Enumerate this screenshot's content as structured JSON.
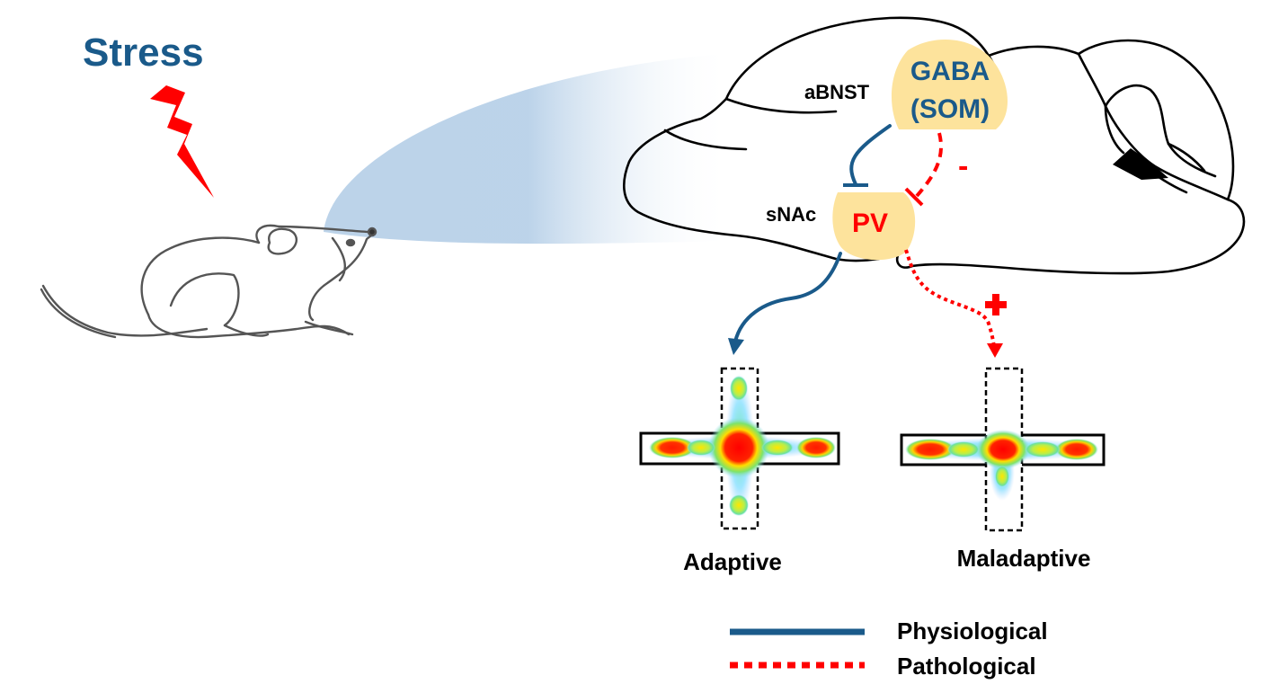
{
  "stress": {
    "label": "Stress",
    "color": "#1a5a8a",
    "bolt_color": "#ff0000"
  },
  "regions": {
    "abnst": "aBNST",
    "snac": "sNAc"
  },
  "nodes": {
    "gaba_line1": "GABA",
    "gaba_line2": "(SOM)",
    "pv": "PV",
    "node_fill": "#fde39c"
  },
  "signs": {
    "minus": "-",
    "plus": "+"
  },
  "outcomes": {
    "adaptive": "Adaptive",
    "maladaptive": "Maladaptive"
  },
  "legend": {
    "physiological": "Physiological",
    "pathological": "Pathological"
  },
  "colors": {
    "physiological": "#1a5a8a",
    "pathological": "#ff0000",
    "outline": "#000000"
  },
  "icons": [
    "lightning-bolt-icon",
    "mouse-drawing",
    "brain-outline"
  ]
}
